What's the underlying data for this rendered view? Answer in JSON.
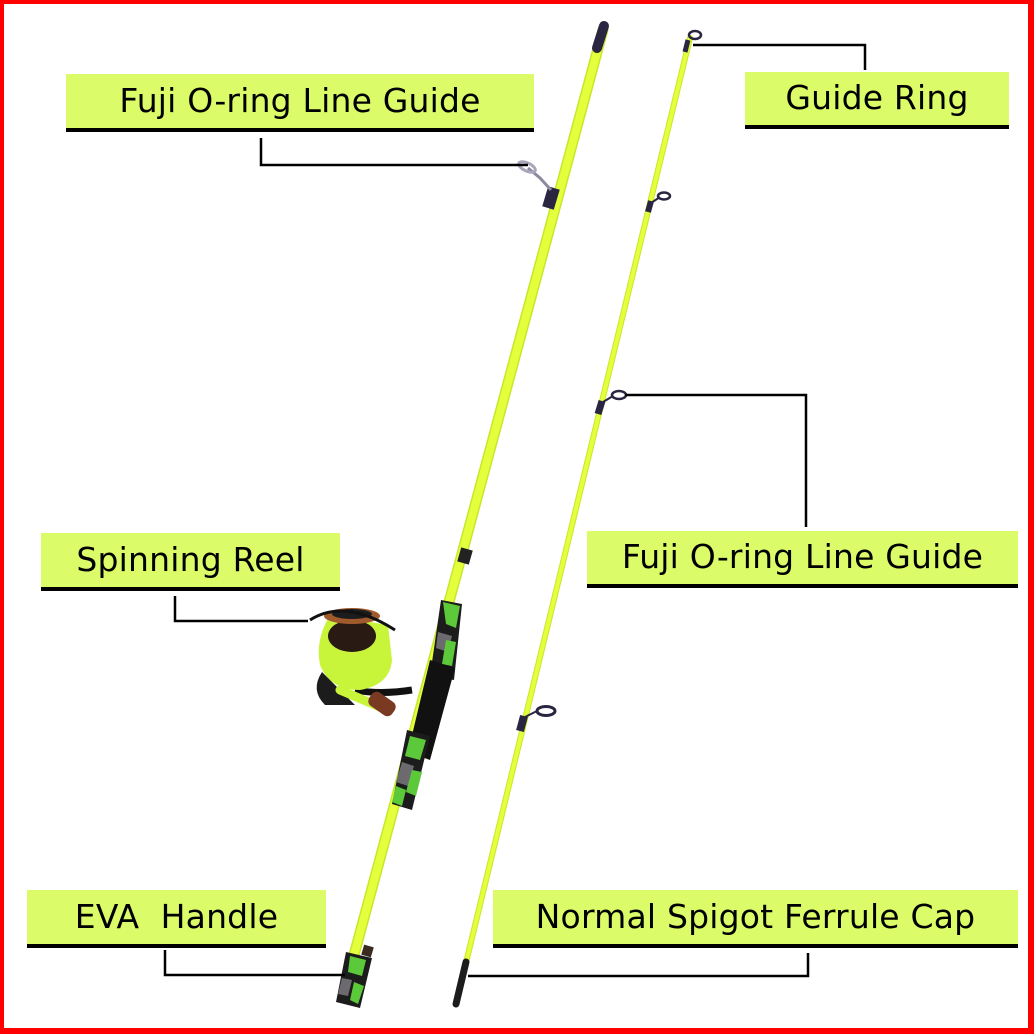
{
  "image": {
    "description": "Product diagram of a two-piece spinning fishing rod and reel combo with callout labels",
    "colors": {
      "frame": "#ff0000",
      "label_background": "#dbfb68",
      "rod_blank": "#e4ff3c",
      "rod_shadow": "#c9e62a",
      "guide_wrap": "#2a2540",
      "leader_line": "#000000",
      "camo_green": "#5cc93a",
      "camo_dark": "#1c1c1c",
      "camo_gray": "#6d6a6f",
      "reel_knob": "#7a3a22"
    }
  },
  "labels": {
    "fuji_guide_top": "Fuji O-ring Line Guide",
    "guide_ring": "Guide Ring",
    "spinning_reel": "Spinning Reel",
    "fuji_guide_mid": "Fuji O-ring Line Guide",
    "eva_handle": "EVA  Handle",
    "ferrule_cap": "Normal Spigot Ferrule Cap"
  }
}
